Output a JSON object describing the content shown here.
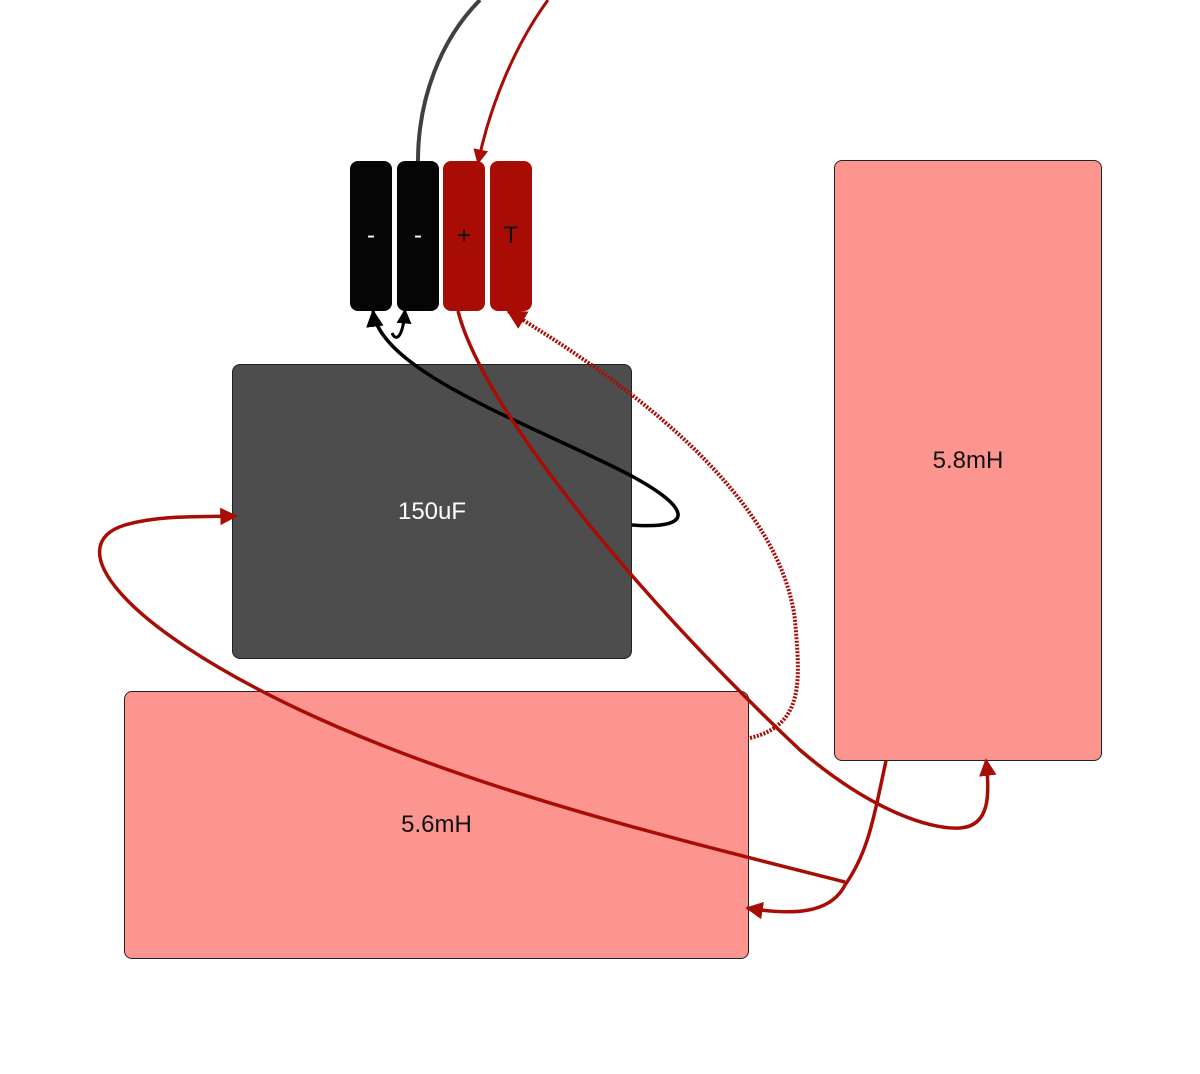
{
  "colors": {
    "capacitor": "#4d4d4d",
    "inductor": "#fc9490",
    "terminal_black": "#050505",
    "terminal_red": "#a80d05",
    "wire_red": "#a80d05",
    "wire_black": "#000000",
    "wire_gray": "#404040",
    "label_dark": "#111111",
    "label_light": "#ffffff"
  },
  "components": {
    "capacitor": {
      "label": "150uF"
    },
    "inductor_1": {
      "label": "5.6mH"
    },
    "inductor_2": {
      "label": "5.8mH"
    }
  },
  "terminals": [
    {
      "label": "-"
    },
    {
      "label": "-"
    },
    {
      "label": "+"
    },
    {
      "label": "T"
    }
  ]
}
